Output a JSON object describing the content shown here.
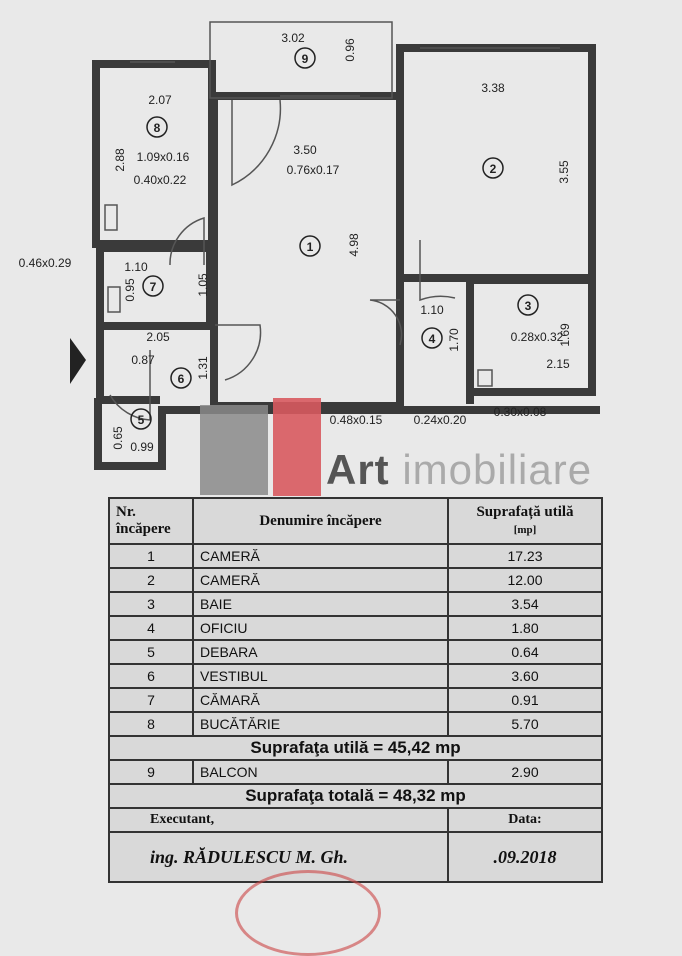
{
  "plan": {
    "rooms": [
      {
        "nr": "1"
      },
      {
        "nr": "2"
      },
      {
        "nr": "3"
      },
      {
        "nr": "4"
      },
      {
        "nr": "5"
      },
      {
        "nr": "6"
      },
      {
        "nr": "7"
      },
      {
        "nr": "8"
      },
      {
        "nr": "9"
      }
    ],
    "dims": {
      "balcony_w": "3.02",
      "balcony_h": "0.96",
      "kitchen_w": "2.07",
      "kitchen_h": "2.88",
      "kitchen_vent1": "1.09x0.16",
      "kitchen_vent2": "0.40x0.22",
      "room1_w": "3.50",
      "room1_h": "4.98",
      "room1_vent": "0.76x0.17",
      "room2_w": "3.38",
      "room2_h": "3.55",
      "pantry_shaft": "0.46x0.29",
      "pantry_w": "1.10",
      "pantry_h": "0.95",
      "pantry_door": "1.05",
      "hall_w": "2.05",
      "hall_d": "0.87",
      "hall_h": "1.31",
      "storage_h": "0.65",
      "storage_w": "0.99",
      "office_w": "1.10",
      "office_h": "1.70",
      "bath_shaft": "0.28x0.32",
      "bath_h": "1.69",
      "bath_w": "2.15",
      "shaft_a": "0.48x0.15",
      "shaft_b": "0.24x0.20",
      "shaft_c": "0.30x0.08"
    }
  },
  "watermark": {
    "brand": "Art",
    "suffix": "imobiliare",
    "accent": "#d85a5f"
  },
  "table": {
    "headers": {
      "nr": "Nr. încăpere",
      "name": "Denumire încăpere",
      "area": "Suprafață utilă",
      "unit": "[mp]"
    },
    "rows": [
      {
        "nr": "1",
        "name": "CAMERĂ",
        "area": "17.23"
      },
      {
        "nr": "2",
        "name": "CAMERĂ",
        "area": "12.00"
      },
      {
        "nr": "3",
        "name": "BAIE",
        "area": "3.54"
      },
      {
        "nr": "4",
        "name": "OFICIU",
        "area": "1.80"
      },
      {
        "nr": "5",
        "name": "DEBARA",
        "area": "0.64"
      },
      {
        "nr": "6",
        "name": "VESTIBUL",
        "area": "3.60"
      },
      {
        "nr": "7",
        "name": "CĂMARĂ",
        "area": "0.91"
      },
      {
        "nr": "8",
        "name": "BUCĂTĂRIE",
        "area": "5.70"
      }
    ],
    "useful_total": "Suprafaţa utilă = 45,42 mp",
    "balcony": {
      "nr": "9",
      "name": "BALCON",
      "area": "2.90"
    },
    "grand_total": "Suprafaţa totală = 48,32 mp",
    "executant_label": "Executant,",
    "date_label": "Data:",
    "engineer": "ing. RĂDULESCU  M. Gh.",
    "date": ".09.2018"
  }
}
